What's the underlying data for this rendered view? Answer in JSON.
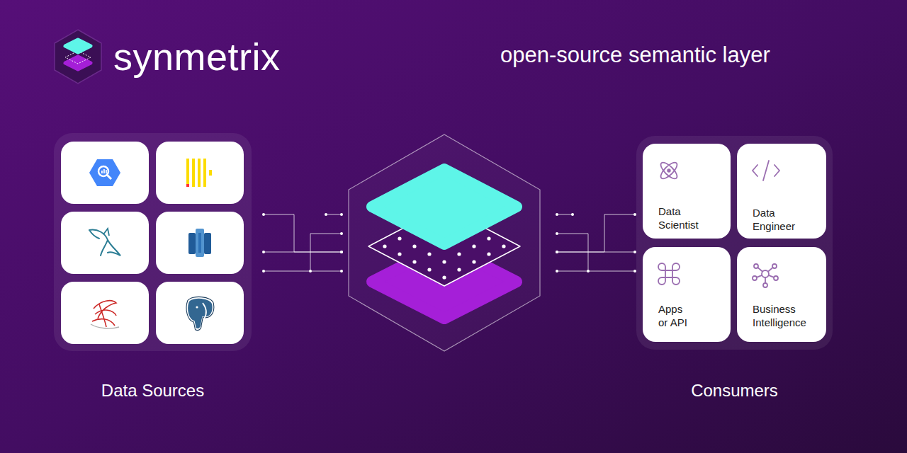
{
  "diagram": {
    "title": "synmetrix",
    "nodes": [
      {
        "text": [
          "Data Sources"
        ]
      },
      {
        "text": [
          "Consumers"
        ]
      },
      {
        "text": [
          "Data Scientist"
        ],
        "in": 1
      },
      {
        "text": [
          "Data Engineer"
        ],
        "in": 1
      },
      {
        "text": [
          "Apps or API"
        ],
        "in": 1
      },
      {
        "text": [
          "Business Intelligence"
        ],
        "in": 1
      }
    ],
    "labels": [
      "open-source semantic layer"
    ]
  }
}
